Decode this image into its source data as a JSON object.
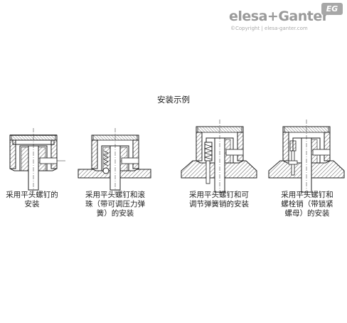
{
  "brand": {
    "wordmark": "elesa+Ganter",
    "badge": "EG",
    "copyright": "©Copyright | elesa-ganter.com"
  },
  "title": "安装示例",
  "captions": [
    "采用平头螺钉的\n安装",
    "采用平头螺钉和滚\n珠（带可调压力弹\n簧）的安装",
    "采用平头螺钉和可\n调节弹簧销的安装",
    "采用平头螺钉和\n螺栓销（带锁紧\n螺母）的安装"
  ]
}
